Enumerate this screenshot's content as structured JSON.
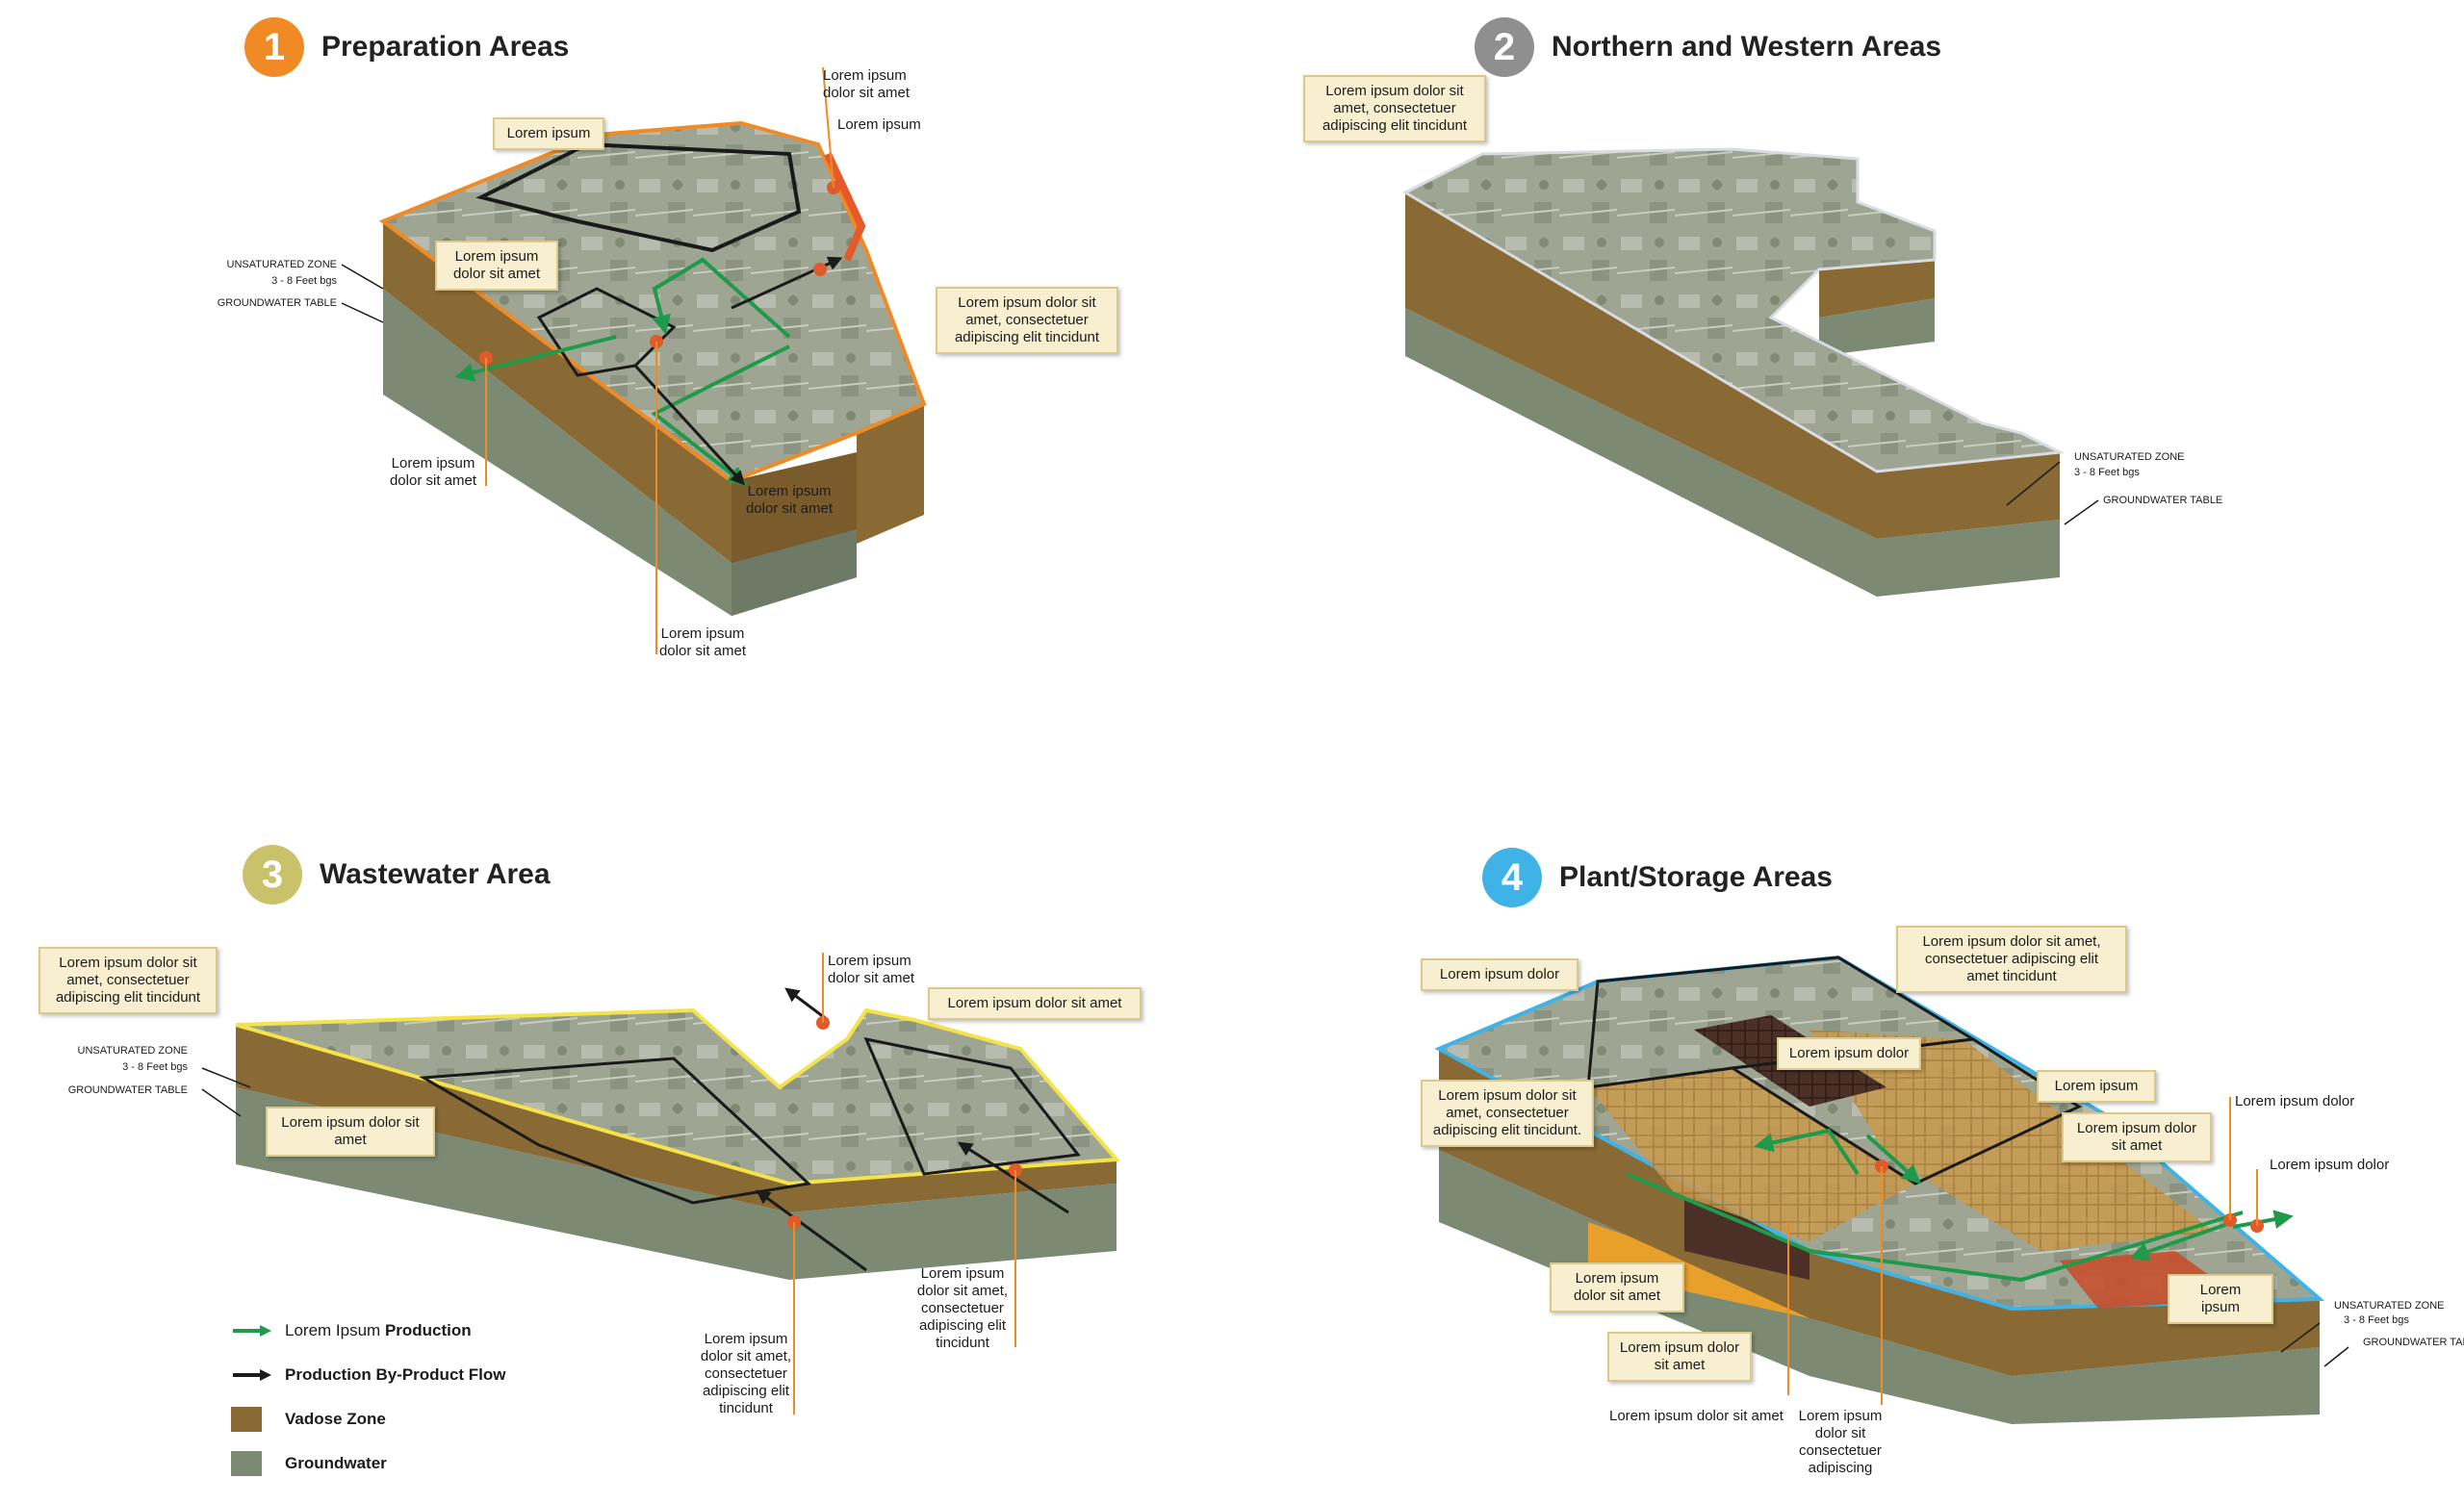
{
  "colors": {
    "badge1": "#f08a24",
    "badge2": "#8f8f8f",
    "badge3": "#c9c26a",
    "badge4": "#3fb2e6",
    "outline1": "#f08a24",
    "outline3": "#f4e34a",
    "outline4": "#3fb2e6",
    "vadose": "#8a6a34",
    "groundwater": "#7c8a74",
    "production": "#1e9a4a",
    "byproduct": "#1a1a1a",
    "marker": "#e05a2a",
    "callout_bg": "#f7efcf"
  },
  "panels": {
    "p1": {
      "number": "1",
      "title": "Preparation Areas",
      "callouts": [
        "Lorem ipsum",
        "Lorem ipsum dolor sit amet",
        "Lorem ipsum dolor sit amet, consectetuer adipiscing elit tincidunt"
      ],
      "labels": [
        "Lorem ipsum dolor sit amet",
        "Lorem ipsum",
        "Lorem ipsum dolor sit amet",
        "Lorem ipsum dolor sit amet",
        "Lorem ipsum dolor sit amet"
      ],
      "zone": "UNSATURATED ZONE",
      "depth": "3 - 8 Feet bgs",
      "gw": "GROUNDWATER TABLE"
    },
    "p2": {
      "number": "2",
      "title": "Northern and Western Areas",
      "callouts": [
        "Lorem ipsum dolor sit amet, consectetuer adipiscing elit tincidunt"
      ],
      "zone": "UNSATURATED ZONE",
      "depth": "3 - 8 Feet bgs",
      "gw": "GROUNDWATER TABLE"
    },
    "p3": {
      "number": "3",
      "title": "Wastewater Area",
      "callouts": [
        "Lorem ipsum dolor sit amet, consectetuer adipiscing elit tincidunt",
        "Lorem ipsum dolor sit amet",
        "Lorem ipsum dolor sit amet"
      ],
      "labels": [
        "Lorem ipsum dolor sit amet",
        "Lorem ipsum dolor sit amet, consectetuer adipiscing elit tincidunt",
        "Lorem ipsum dolor sit amet, consectetuer adipiscing elit tincidunt"
      ],
      "zone": "UNSATURATED ZONE",
      "depth": "3 - 8 Feet bgs",
      "gw": "GROUNDWATER TABLE"
    },
    "p4": {
      "number": "4",
      "title": "Plant/Storage Areas",
      "callouts": [
        "Lorem ipsum dolor",
        "Lorem ipsum dolor sit amet, consectetuer adipiscing elit amet tincidunt",
        "Lorem ipsum dolor",
        "Lorem ipsum",
        "Lorem ipsum dolor sit amet, consectetuer adipiscing elit tincidunt.",
        "Lorem ipsum dolor sit amet",
        "Lorem ipsum dolor sit amet",
        "Lorem ipsum dolor sit amet",
        "Lorem ipsum"
      ],
      "labels": [
        "Lorem ipsum dolor",
        "Lorem ipsum dolor",
        "Lorem ipsum dolor sit amet",
        "Lorem ipsum dolor sit consectetuer adipiscing"
      ],
      "zone": "UNSATURATED ZONE",
      "depth": "3 - 8 Feet bgs",
      "gw": "GROUNDWATER TABLE"
    }
  },
  "legend": {
    "production_prefix": "Lorem Ipsum",
    "production_suffix": "Production",
    "byproduct": "Production By-Product Flow",
    "vadose": "Vadose Zone",
    "groundwater": "Groundwater"
  }
}
